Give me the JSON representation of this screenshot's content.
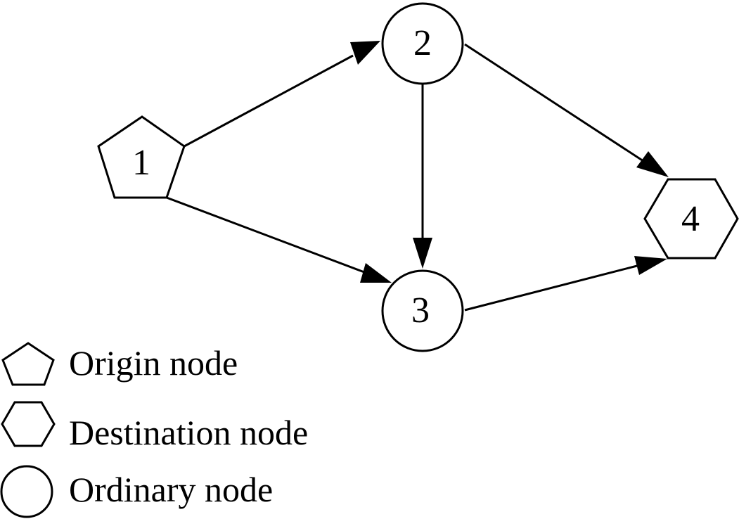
{
  "nodes": [
    {
      "id": "1",
      "label": "1",
      "kind": "origin"
    },
    {
      "id": "2",
      "label": "2",
      "kind": "ordinary"
    },
    {
      "id": "3",
      "label": "3",
      "kind": "ordinary"
    },
    {
      "id": "4",
      "label": "4",
      "kind": "destination"
    }
  ],
  "edges": [
    {
      "from": "1",
      "to": "2"
    },
    {
      "from": "1",
      "to": "3"
    },
    {
      "from": "2",
      "to": "3"
    },
    {
      "from": "2",
      "to": "4"
    },
    {
      "from": "3",
      "to": "4"
    }
  ],
  "legend": [
    {
      "kind": "origin",
      "label": "Origin node",
      "icon": "pentagon-icon"
    },
    {
      "kind": "destination",
      "label": "Destination node",
      "icon": "hexagon-icon"
    },
    {
      "kind": "ordinary",
      "label": "Ordinary node",
      "icon": "circle-icon"
    }
  ],
  "colors": {
    "stroke": "#000000",
    "fill": "#ffffff",
    "text": "#000000"
  }
}
